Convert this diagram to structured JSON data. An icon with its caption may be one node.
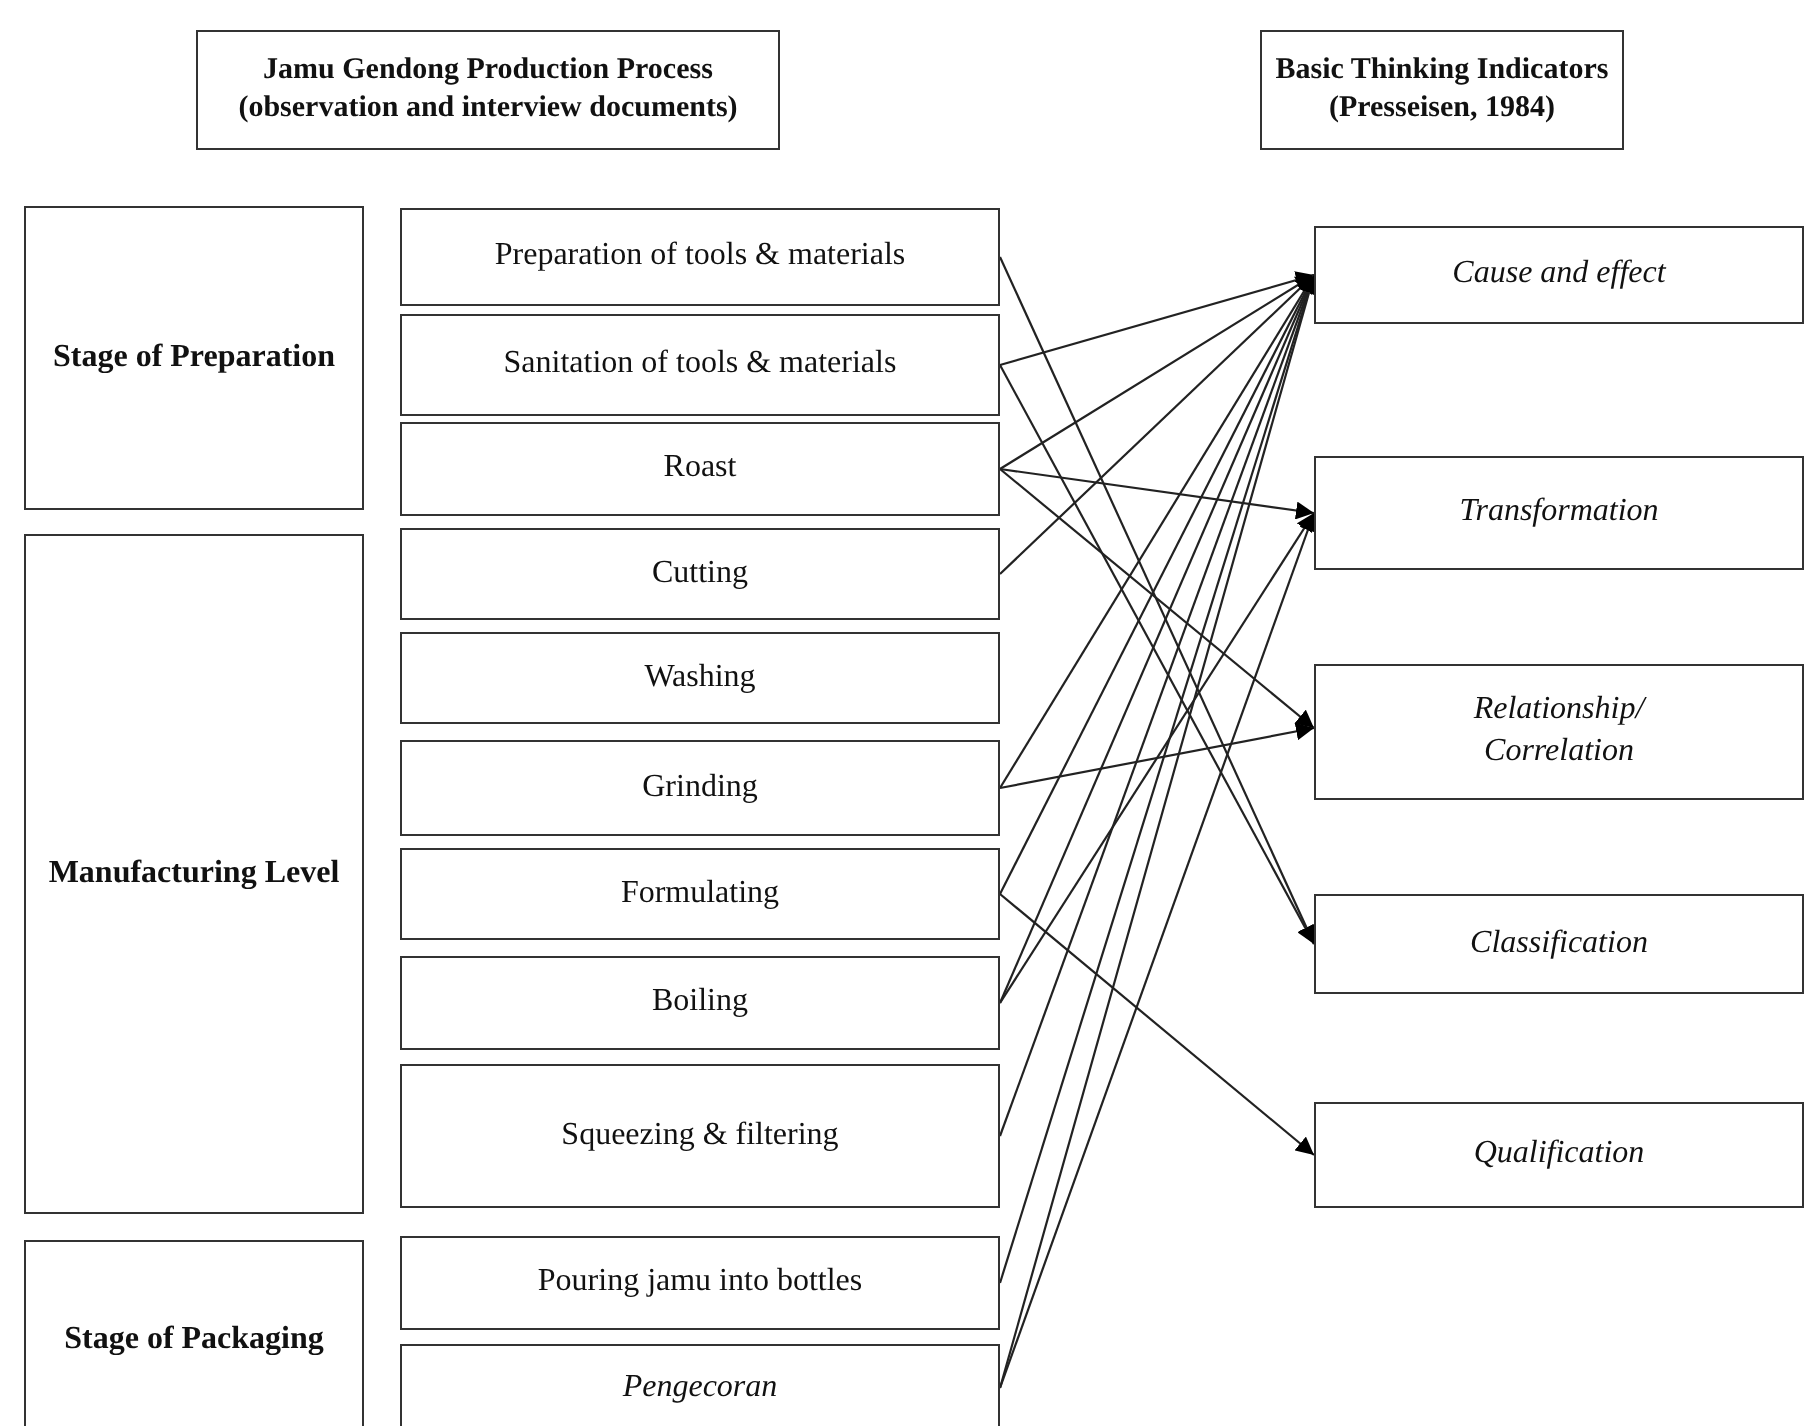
{
  "diagram": {
    "nodes": [
      {
        "text": [
          "Jamu Gendong Production Process (observation and interview documents)"
        ]
      },
      {
        "text": [
          "Basic Thinking Indicators (Presseisen, 1984)"
        ]
      },
      {
        "text": [
          "Stage of Preparation"
        ]
      },
      {
        "text": [
          "Preparation of tools & materials"
        ]
      },
      {
        "text": [
          "Sanitation of tools & materials"
        ]
      },
      {
        "text": [
          "Roast"
        ]
      },
      {
        "text": [
          "Manufacturing Level"
        ]
      },
      {
        "text": [
          "Cutting"
        ]
      },
      {
        "text": [
          "Washing"
        ]
      },
      {
        "text": [
          "Grinding"
        ]
      },
      {
        "text": [
          "Formulating"
        ]
      },
      {
        "text": [
          "Boiling"
        ]
      },
      {
        "text": [
          "Squeezing & filtering"
        ]
      },
      {
        "text": [
          "Stage of Packaging"
        ]
      },
      {
        "text": [
          "Pouring jamu into bottles"
        ]
      },
      {
        "text": [
          "Pengecoran"
        ]
      },
      {
        "text": [
          "Cause and effect"
        ]
      },
      {
        "text": [
          "Transformation"
        ]
      },
      {
        "text": [
          "Relationship/ Correlation"
        ]
      },
      {
        "text": [
          "Classification"
        ]
      },
      {
        "text": [
          "Qualification"
        ]
      }
    ],
    "edges": [
      {
        "from": 3,
        "to": 19,
        "arrow": "to"
      },
      {
        "from": 4,
        "to": 16,
        "arrow": "to"
      },
      {
        "from": 4,
        "to": 19,
        "arrow": "to"
      },
      {
        "from": 5,
        "to": 16,
        "arrow": "to"
      },
      {
        "from": 5,
        "to": 17,
        "arrow": "to"
      },
      {
        "from": 5,
        "to": 18,
        "arrow": "to"
      },
      {
        "from": 7,
        "to": 16,
        "arrow": "to"
      },
      {
        "from": 9,
        "to": 16,
        "arrow": "to"
      },
      {
        "from": 9,
        "to": 18,
        "arrow": "to"
      },
      {
        "from": 10,
        "to": 16,
        "arrow": "to"
      },
      {
        "from": 10,
        "to": 20,
        "arrow": "to"
      },
      {
        "from": 11,
        "to": 16,
        "arrow": "to"
      },
      {
        "from": 11,
        "to": 17,
        "arrow": "to"
      },
      {
        "from": 12,
        "to": 16,
        "arrow": "to"
      },
      {
        "from": 14,
        "to": 16,
        "arrow": "to"
      },
      {
        "from": 15,
        "to": 16,
        "arrow": "to"
      },
      {
        "from": 15,
        "to": 17,
        "arrow": "to"
      }
    ]
  }
}
